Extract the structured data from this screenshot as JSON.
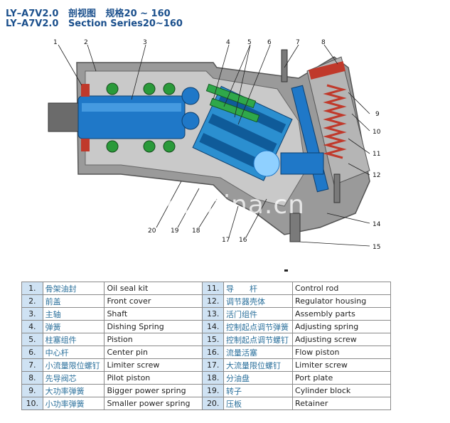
{
  "header": {
    "title_cn": "LY–A7V2.0   剖视图   规格20 ~ 160",
    "title_en": "LY–A7V2.0   Section Series20~160"
  },
  "watermark": "en.china.cn",
  "callouts": [
    "1",
    "2",
    "3",
    "4",
    "5",
    "6",
    "7",
    "8",
    "9",
    "10",
    "11",
    "12",
    "14",
    "15",
    "16",
    "17",
    "18",
    "19",
    "20"
  ],
  "parts": [
    {
      "num": "1.",
      "cn": "骨架油封",
      "en": "Oil seal kit"
    },
    {
      "num": "2.",
      "cn": "前盖",
      "en": "Front cover"
    },
    {
      "num": "3.",
      "cn": "主轴",
      "en": "Shaft"
    },
    {
      "num": "4.",
      "cn": "弹簧",
      "en": "Dishing Spring"
    },
    {
      "num": "5.",
      "cn": "柱塞组件",
      "en": "Pistion"
    },
    {
      "num": "6.",
      "cn": "中心杆",
      "en": "Center pin"
    },
    {
      "num": "7.",
      "cn": "小流量限位螺钉",
      "en": "Limiter screw"
    },
    {
      "num": "8.",
      "cn": "先导阀芯",
      "en": "Pilot piston"
    },
    {
      "num": "9.",
      "cn": "大功率弹簧",
      "en": "Bigger power spring"
    },
    {
      "num": "10.",
      "cn": "小功率弹簧",
      "en": "Smaller power spring"
    },
    {
      "num": "11.",
      "cn": "导　　杆",
      "en": "Control rod"
    },
    {
      "num": "12.",
      "cn": "调节器壳体",
      "en": "Regulator housing"
    },
    {
      "num": "13.",
      "cn": "活门组件",
      "en": "Assembly parts"
    },
    {
      "num": "14.",
      "cn": "控制起点调节弹簧",
      "en": "Adjusting spring"
    },
    {
      "num": "15.",
      "cn": "控制起点调节螺钉",
      "en": "Adjusting screw"
    },
    {
      "num": "16.",
      "cn": "流量活塞",
      "en": "Flow piston"
    },
    {
      "num": "17.",
      "cn": "大流量限位螺钉",
      "en": "Limiter screw"
    },
    {
      "num": "18.",
      "cn": "分油盘",
      "en": "Port plate"
    },
    {
      "num": "19.",
      "cn": "转子",
      "en": "Cylinder block"
    },
    {
      "num": "20.",
      "cn": "压板",
      "en": "Retainer"
    }
  ]
}
